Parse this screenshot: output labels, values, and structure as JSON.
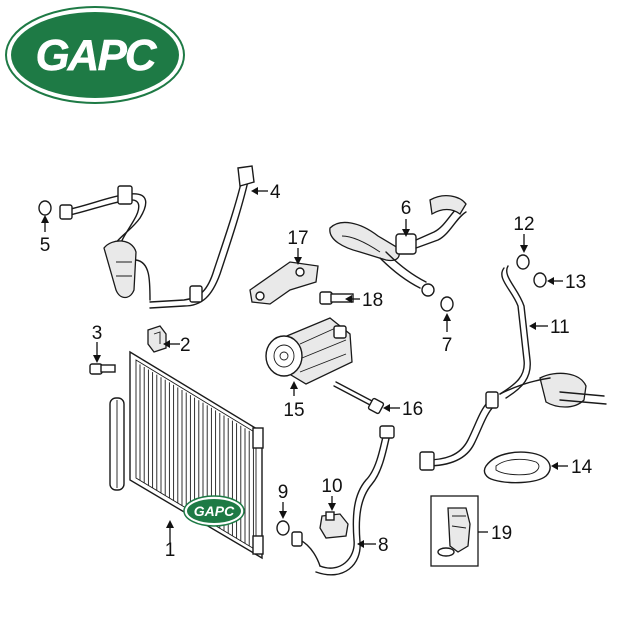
{
  "logo": {
    "text": "GAPC",
    "background_color": "#1e7a45",
    "outline_color": "#ffffff"
  },
  "watermark": {
    "text": "GAPC"
  },
  "callouts": [
    {
      "number": "1",
      "part": "condenser"
    },
    {
      "number": "2",
      "part": "bracket"
    },
    {
      "number": "3",
      "part": "bolt"
    },
    {
      "number": "4",
      "part": "ac-hose"
    },
    {
      "number": "5",
      "part": "o-ring"
    },
    {
      "number": "6",
      "part": "discharge-hose"
    },
    {
      "number": "7",
      "part": "o-ring"
    },
    {
      "number": "8",
      "part": "ac-line"
    },
    {
      "number": "9",
      "part": "o-ring"
    },
    {
      "number": "10",
      "part": "valve"
    },
    {
      "number": "11",
      "part": "suction-line"
    },
    {
      "number": "12",
      "part": "o-ring"
    },
    {
      "number": "13",
      "part": "o-ring"
    },
    {
      "number": "14",
      "part": "gasket"
    },
    {
      "number": "15",
      "part": "compressor"
    },
    {
      "number": "16",
      "part": "bolt"
    },
    {
      "number": "17",
      "part": "bracket"
    },
    {
      "number": "18",
      "part": "bolt"
    },
    {
      "number": "19",
      "part": "pressure-switch"
    }
  ]
}
